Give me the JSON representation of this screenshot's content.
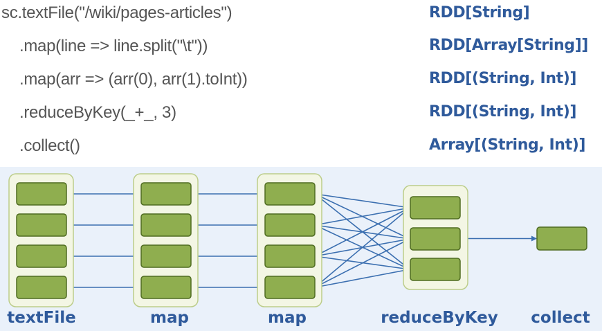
{
  "code": [
    "sc.textFile(\"/wiki/pages-articles\")",
    ".map(line => line.split(\"\\t\"))",
    ".map(arr => (arr(0), arr(1).toInt))",
    ".reduceByKey(_+_, 3)",
    ".collect()"
  ],
  "types": [
    "RDD[String]",
    "RDD[Array[String]]",
    "RDD[(String, Int)]",
    "RDD[(String, Int)]",
    "Array[(String, Int)]"
  ],
  "stages": [
    {
      "label": "textFile",
      "partitions": 4
    },
    {
      "label": "map",
      "partitions": 4
    },
    {
      "label": "map",
      "partitions": 4
    },
    {
      "label": "reduceByKey",
      "partitions": 3
    },
    {
      "label": "collect",
      "partitions": 1
    }
  ],
  "colors": {
    "code_text": "#555555",
    "type_text": "#2f5a9b",
    "partition_fill": "#8fae4f",
    "partition_border": "#4f6c21",
    "container_fill": "#f3f6e4",
    "container_border": "#bccd8a",
    "arrow": "#3b6fb0",
    "diagram_background": "#eaf1fa"
  }
}
